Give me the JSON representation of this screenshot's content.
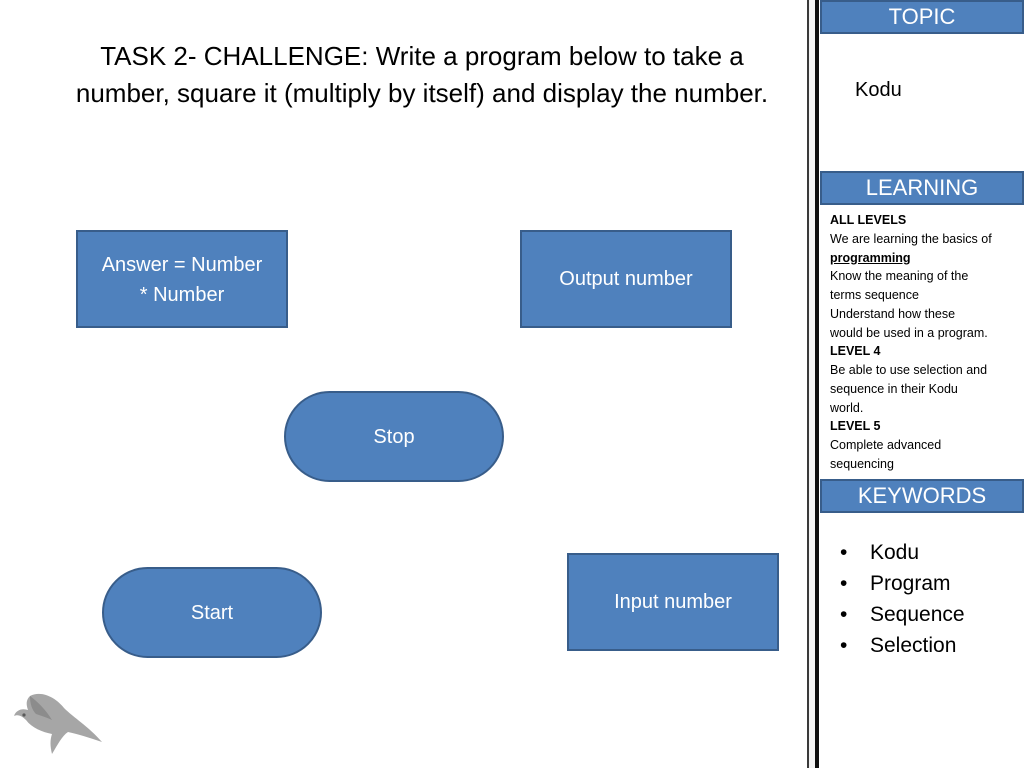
{
  "slide": {
    "title": "TASK 2- CHALLENGE: Write a program below to take a number, square it (multiply by itself) and display the number."
  },
  "flowchart": {
    "answer_line1": "Answer = Number",
    "answer_line2": "* Number",
    "output": "Output number",
    "stop": "Stop",
    "input": "Input number",
    "start": "Start"
  },
  "sidebar": {
    "topic_header": "TOPIC",
    "topic": "Kodu",
    "learning_header": "LEARNING",
    "learning_lines": [
      "ALL LEVELS",
      "We are learning the basics of",
      "programming",
      "Know the meaning of the",
      "terms sequence",
      "Understand how these",
      "would be used in a program.",
      "LEVEL 4",
      "Be able to use selection and",
      "sequence in their Kodu",
      "world.",
      "LEVEL 5",
      "Complete advanced",
      "sequencing"
    ],
    "keywords_header": "KEYWORDS",
    "keywords": [
      "Kodu",
      "Program",
      "Sequence",
      "Selection"
    ]
  },
  "colors": {
    "accent": "#4f81bd",
    "accent_border": "#385d8a"
  },
  "icons": {
    "logo": "eagle-icon"
  }
}
